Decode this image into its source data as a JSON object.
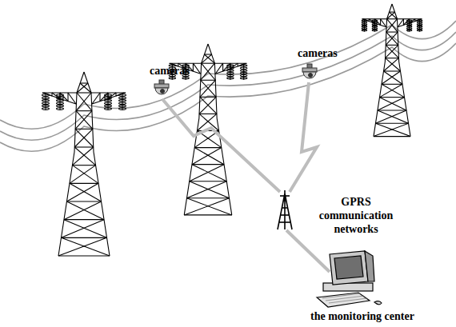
{
  "diagram": {
    "labels": [
      "cameras",
      "cameras",
      "GPRS communication networks",
      "the monitoring center"
    ]
  }
}
